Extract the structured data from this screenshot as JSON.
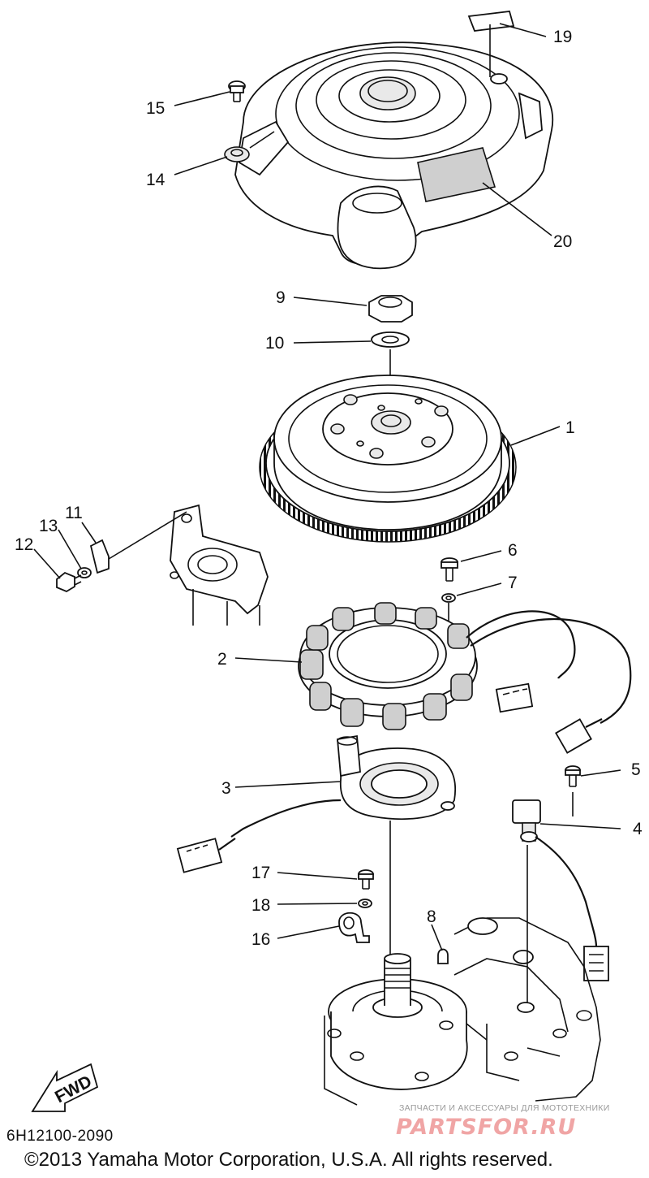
{
  "diagram": {
    "code": "6H12100-2090",
    "copyright": "©2013 Yamaha Motor Corporation, U.S.A. All rights reserved.",
    "fwd_label": "FWD",
    "callouts": [
      "1",
      "2",
      "3",
      "4",
      "5",
      "6",
      "7",
      "8",
      "9",
      "10",
      "11",
      "12",
      "13",
      "14",
      "15",
      "16",
      "17",
      "18",
      "19",
      "20"
    ]
  },
  "watermark": {
    "tagline": "ЗАПЧАСТИ И АКСЕССУАРЫ ДЛЯ МОТОТЕХНИКИ",
    "logo": "PARTSFOR.RU"
  }
}
